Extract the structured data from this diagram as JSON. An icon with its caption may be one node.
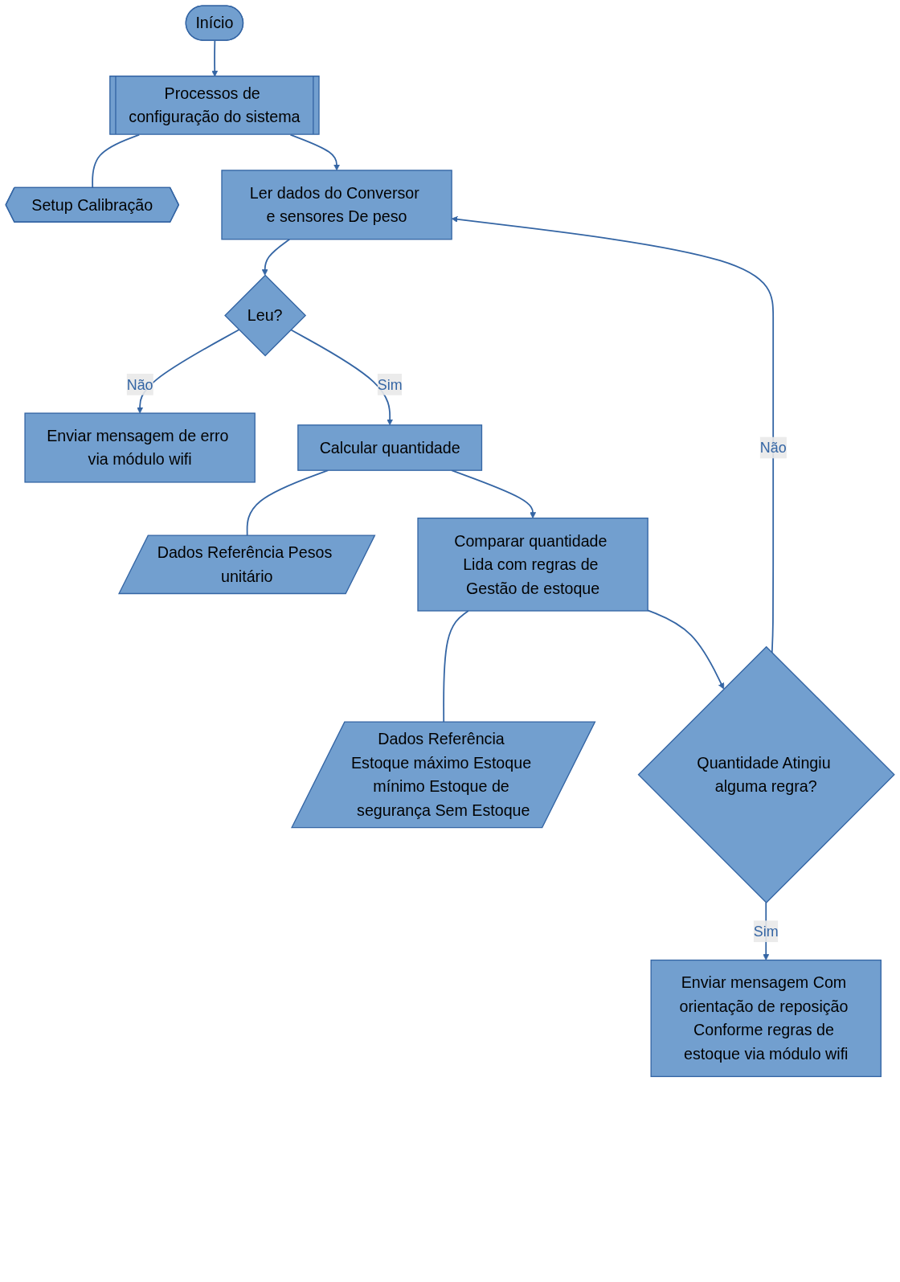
{
  "diagram": {
    "nodes": [
      {
        "text": [
          "Início"
        ]
      },
      {
        "text": [
          "Processos de configuração do sistema"
        ]
      },
      {
        "text": [
          "Setup Calibração"
        ]
      },
      {
        "text": [
          "Ler dados do Conversor e sensores De peso"
        ]
      },
      {
        "text": [
          "Leu?"
        ]
      },
      {
        "text": [
          "Enviar mensagem de erro via módulo wifi"
        ]
      },
      {
        "text": [
          "Calcular quantidade"
        ]
      },
      {
        "text": [
          "Dados Referência Pesos unitário"
        ]
      },
      {
        "text": [
          "Comparar quantidade Lida com regras de Gestão de estoque"
        ]
      },
      {
        "text": [
          "Dados Referência Estoque máximo Estoque mínimo Estoque de segurança Sem Estoque"
        ]
      },
      {
        "text": [
          "Quantidade Atingiu alguma regra?"
        ]
      },
      {
        "text": [
          "Enviar mensagem Com orientação de reposição Conforme regras de estoque via módulo wifi"
        ]
      }
    ],
    "edges": [
      {
        "from": 0,
        "to": 1,
        "arrow": "to"
      },
      {
        "from": 1,
        "to": 2,
        "arrow": "none"
      },
      {
        "from": 1,
        "to": 3,
        "arrow": "to"
      },
      {
        "from": 3,
        "to": 4,
        "arrow": "to"
      },
      {
        "from": 4,
        "to": 5,
        "arrow": "to",
        "label": "Não"
      },
      {
        "from": 4,
        "to": 6,
        "arrow": "to",
        "label": "Sim"
      },
      {
        "from": 6,
        "to": 7,
        "arrow": "none"
      },
      {
        "from": 6,
        "to": 8,
        "arrow": "to"
      },
      {
        "from": 8,
        "to": 9,
        "arrow": "none"
      },
      {
        "from": 8,
        "to": 10,
        "arrow": "to"
      },
      {
        "from": 10,
        "to": 11,
        "arrow": "to",
        "label": "Sim"
      },
      {
        "from": 10,
        "to": 3,
        "arrow": "to",
        "label": "Não"
      }
    ]
  }
}
